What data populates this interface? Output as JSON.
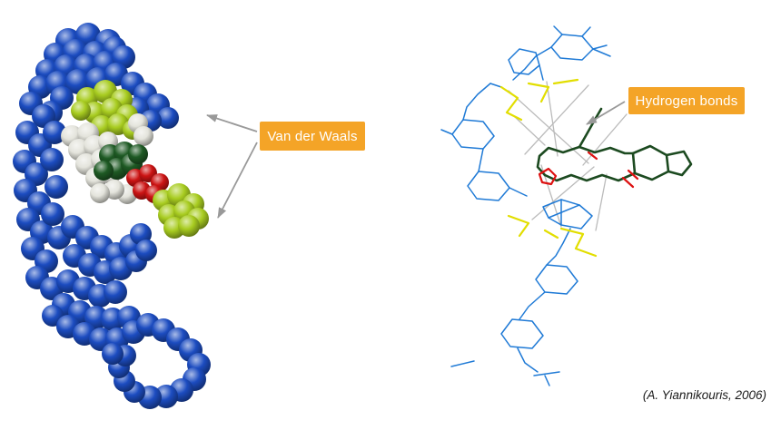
{
  "figure": {
    "left_label": "Van der Waals",
    "right_label": "Hydrogen bonds",
    "citation": "(A. Yiannikouris, 2006)"
  },
  "colors": {
    "label_bg": "#F4A427",
    "label_text": "#FFFFFF",
    "arrow": "#999999",
    "citation_text": "#1A1A1A",
    "background": "#FFFFFF",
    "sphere_blue": "#1C4CC0",
    "sphere_yellow_green": "#A8CC20",
    "sphere_white": "#E4E4DC",
    "sphere_dark_green": "#1E5A24",
    "sphere_red": "#CC1414",
    "wire_blue": "#1F7AD6",
    "wire_yellow": "#E2DE00",
    "wire_gray": "#BBBBBB",
    "wire_dark_green": "#1C4A20",
    "wire_red": "#DD1111"
  }
}
